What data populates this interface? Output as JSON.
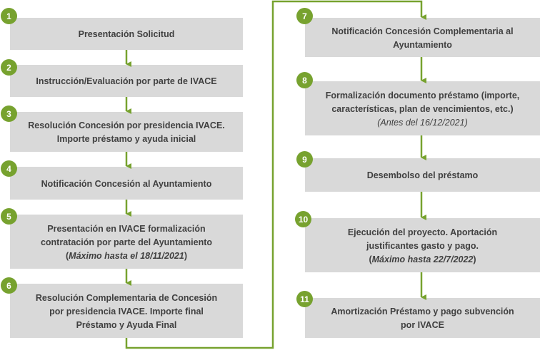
{
  "colors": {
    "accent": "#77a22f",
    "box_fill": "#d9d9d9",
    "text": "#404040",
    "background": "#ffffff"
  },
  "steps": [
    {
      "number": "1",
      "lines": [
        "Presentación Solicitud"
      ]
    },
    {
      "number": "2",
      "lines": [
        "Instrucción/Evaluación por parte de IVACE"
      ]
    },
    {
      "number": "3",
      "lines": [
        "Resolución Concesión por presidencia IVACE.",
        "Importe préstamo y ayuda inicial"
      ]
    },
    {
      "number": "4",
      "lines": [
        "Notificación Concesión al Ayuntamiento"
      ]
    },
    {
      "number": "5",
      "lines": [
        "Presentación en IVACE formalización",
        "contratación por parte del Ayuntamiento"
      ],
      "note": {
        "open": "(",
        "text": "Máximo hasta el 18/11/2021",
        "close": ")"
      }
    },
    {
      "number": "6",
      "lines": [
        "Resolución Complementaria de Concesión",
        "por presidencia IVACE. Importe final",
        "Préstamo y Ayuda Final"
      ]
    },
    {
      "number": "7",
      "lines": [
        "Notificación Concesión Complementaria al",
        "Ayuntamiento"
      ]
    },
    {
      "number": "8",
      "lines": [
        "Formalización documento préstamo (importe,",
        "características, plan de vencimientos, etc.)"
      ],
      "note": {
        "open": "",
        "text": "(Antes del 16/12/2021)",
        "close": ""
      }
    },
    {
      "number": "9",
      "lines": [
        "Desembolso del préstamo"
      ]
    },
    {
      "number": "10",
      "lines": [
        "Ejecución del proyecto. Aportación",
        "justificantes gasto y pago."
      ],
      "note": {
        "open": "(",
        "text": "Máximo hasta 22/7/2022",
        "close": ")"
      }
    },
    {
      "number": "11",
      "lines": [
        "Amortización Préstamo y pago subvención",
        "por IVACE"
      ]
    }
  ]
}
